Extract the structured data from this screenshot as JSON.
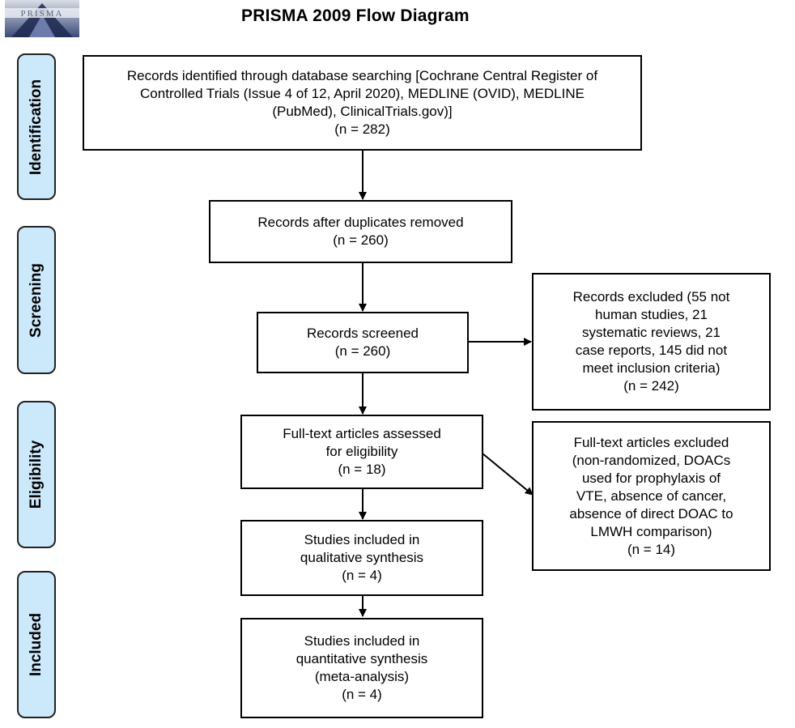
{
  "title": "PRISMA 2009 Flow Diagram",
  "logo_text": "PRISMA",
  "stages": {
    "identification": "Identification",
    "screening": "Screening",
    "eligibility": "Eligibility",
    "included": "Included"
  },
  "boxes": {
    "identified": {
      "lines": [
        "Records identified through database searching [Cochrane Central Register of",
        "Controlled Trials (Issue 4 of 12, April 2020), MEDLINE (OVID), MEDLINE",
        "(PubMed), ClinicalTrials.gov)]",
        "(n = 282)"
      ]
    },
    "deduplicated": {
      "lines": [
        "Records after duplicates removed",
        "(n = 260)"
      ]
    },
    "screened": {
      "lines": [
        "Records screened",
        "(n = 260)"
      ]
    },
    "excluded": {
      "lines": [
        "Records excluded (55 not",
        "human studies, 21",
        "systematic reviews, 21",
        "case reports, 145 did not",
        "meet inclusion criteria)",
        "(n = 242)"
      ]
    },
    "fulltext_assessed": {
      "lines": [
        "Full-text articles assessed",
        "for eligibility",
        "(n = 18)"
      ]
    },
    "fulltext_excluded": {
      "lines": [
        "Full-text articles excluded",
        "(non-randomized, DOACs",
        "used for prophylaxis of",
        "VTE, absence of cancer,",
        "absence of direct DOAC to",
        "LMWH comparison)",
        "(n = 14)"
      ]
    },
    "qualitative": {
      "lines": [
        "Studies included in",
        "qualitative synthesis",
        "(n = 4)"
      ]
    },
    "quantitative": {
      "lines": [
        "Studies included in",
        "quantitative synthesis",
        "(meta-analysis)",
        "(n = 4)"
      ]
    }
  }
}
